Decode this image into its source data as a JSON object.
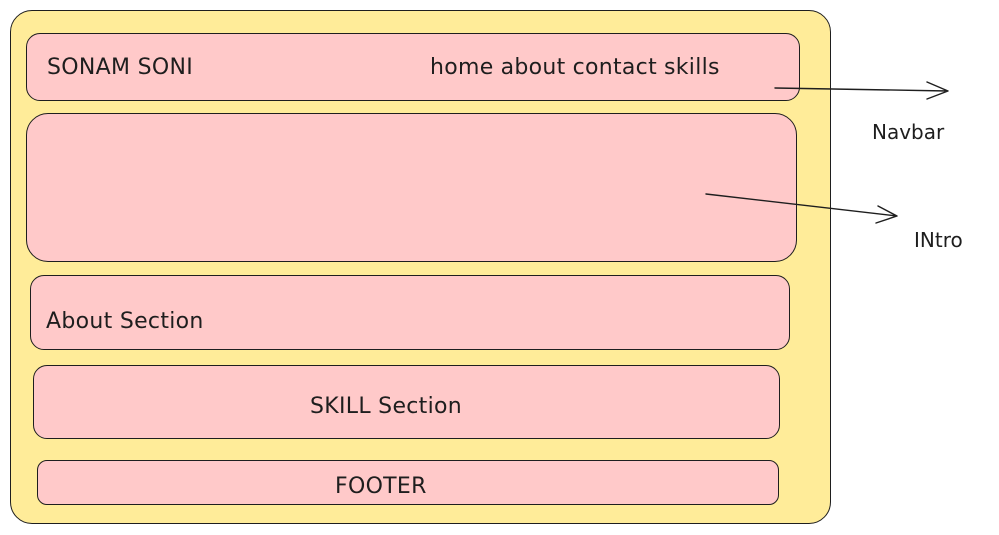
{
  "navbar": {
    "brand": "SONAM SONI",
    "links": [
      "home",
      "about",
      "contact",
      "skills"
    ]
  },
  "sections": {
    "about": "About Section",
    "skill": "SKILL Section",
    "footer": "FOOTER"
  },
  "annotations": {
    "navbar": "Navbar",
    "intro": "INtro"
  },
  "colors": {
    "frame_fill": "#ffec99",
    "box_fill": "#ffc9c9",
    "stroke": "#1e1e1e"
  }
}
